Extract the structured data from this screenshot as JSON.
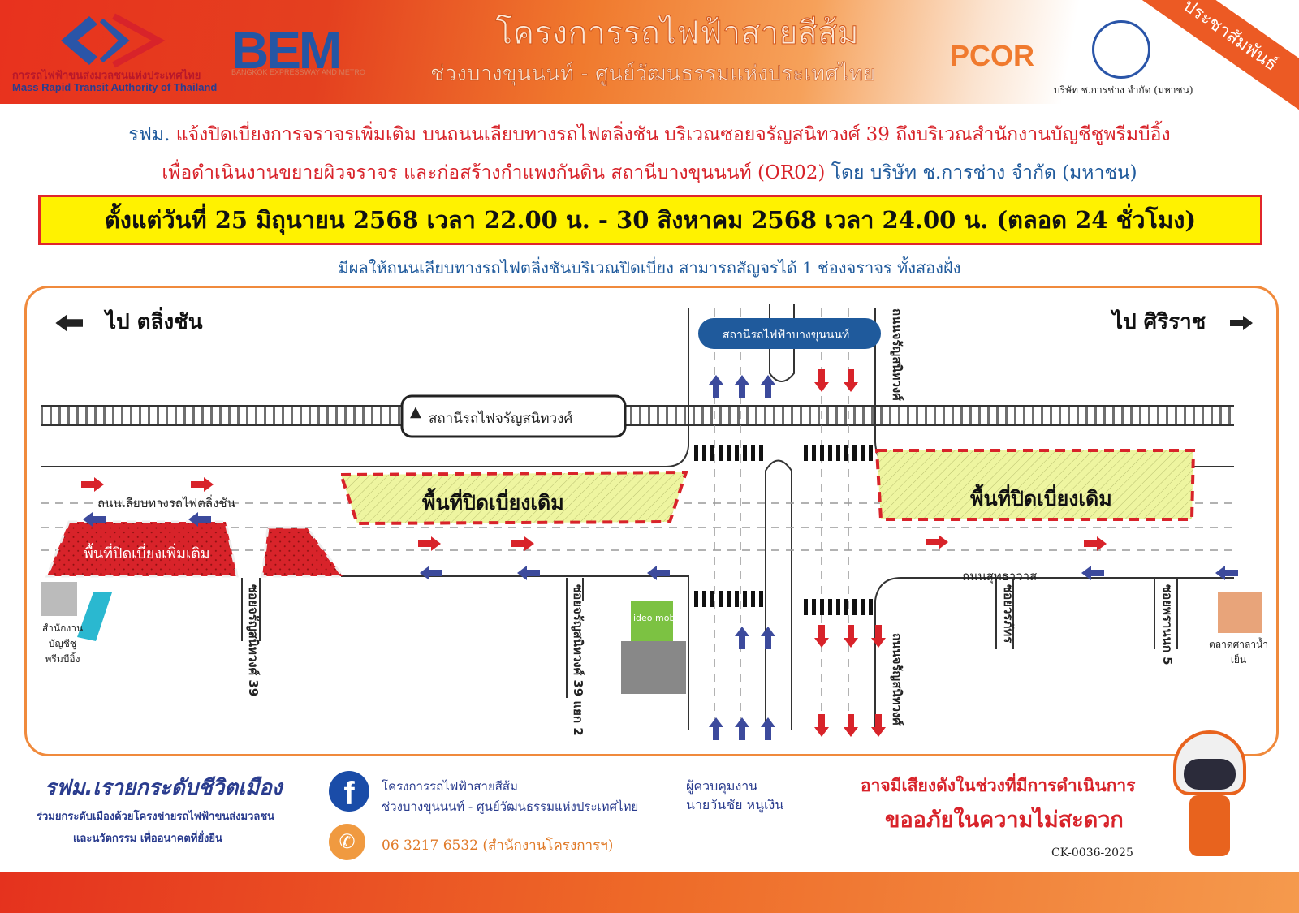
{
  "header": {
    "mrta_th": "การรถไฟฟ้าขนส่งมวลชนแห่งประเทศไทย",
    "mrta_en": "Mass Rapid Transit Authority of Thailand",
    "bem_logo": "BEM",
    "bem_sub": "BANGKOK EXPRESSWAY AND METRO",
    "title": "โครงการรถไฟฟ้าสายสีส้ม",
    "subtitle": "ช่วงบางขุนนนท์ - ศูนย์วัฒนธรรมแห่งประเทศไทย",
    "pcor_logo": "PCOR",
    "ck_company": "บริษัท ช.การช่าง จำกัด (มหาชน)",
    "ribbon": "ประชาสัมพันธ์"
  },
  "notice": {
    "line1_prefix": "รฟม.",
    "line1": "แจ้งปิดเบี่ยงการจราจรเพิ่มเติม บนถนนเลียบทางรถไฟตลิ่งชัน บริเวณซอยจรัญสนิทวงศ์ 39 ถึงบริเวณสำนักงานบัญชีชูพรีมบีอิ้ง",
    "line2": "เพื่อดำเนินงานขยายผิวจราจร และก่อสร้างกำแพงกันดิน สถานีบางขุนนนท์ (OR02)",
    "line2_suffix": "โดย บริษัท ช.การช่าง จำกัด (มหาชน)",
    "period": "ตั้งแต่วันที่ 25 มิถุนายน 2568 เวลา 22.00 น. - 30 สิงหาคม 2568 เวลา 24.00 น. (ตลอด 24 ชั่วโมง)",
    "effect": "มีผลให้ถนนเลียบทางรถไฟตลิ่งชันบริเวณปิดเบี่ยง สามารถสัญจรได้ 1 ช่องจราจร ทั้งสองฝั่ง"
  },
  "map": {
    "to_left": "ไป ตลิ่งชัน",
    "to_right": "ไป ศิริราช",
    "mrt_station": "สถานีรถไฟฟ้าบางขุนนนท์",
    "rail_station": "สถานีรถไฟจรัญสนิทวงศ์",
    "rail_road": "ถนนเลียบทางรถไฟตลิ่งชัน",
    "existing_closure": "พื้นที่ปิดเบี่ยงเดิม",
    "additional_closure": "พื้นที่ปิดเบี่ยงเพิ่มเติม",
    "sukhawat": "ถนนสุทธาวาส",
    "charan_road": "ถนนจรัญสนิทวงศ์",
    "soi39": "ซอยจรัญสนิทวงศ์ 39",
    "soi39_2": "ซอยจรัญสนิทวงศ์ 39 แยก 2",
    "soi_worapat": "ซอยวรภัทร",
    "soi_pranok5": "ซอยพรานนก 5",
    "office": "สำนักงานบัญชีชูพรีมบีอิ้ง",
    "market": "ตลาดศาลาน้ำเย็น",
    "ideo": "ideo mobi"
  },
  "footer": {
    "slogan": "รฟม.เรายกระดับชีวิตเมือง",
    "slogan_sub1": "ร่วมยกระดับเมืองด้วยโครงข่ายรถไฟฟ้าขนส่งมวลชน",
    "slogan_sub2": "และนวัตกรรม เพื่ออนาคตที่ยั่งยืน",
    "fb_line1": "โครงการรถไฟฟ้าสายสีส้ม",
    "fb_line2": "ช่วงบางขุนนนท์ - ศูนย์วัฒนธรรมแห่งประเทศไทย",
    "phone": "06 3217 6532 (สำนักงานโครงการฯ)",
    "supervisor_label": "ผู้ควบคุมงาน",
    "supervisor_name": "นายวันชัย หนูเงิน",
    "noise": "อาจมีเสียงดังในช่วงที่มีการดำเนินการ",
    "apology": "ขออภัยในความไม่สะดวก",
    "doc_code": "CK-0036-2025"
  },
  "colors": {
    "accent": "#f08a3c",
    "closure_red": "#d8232a",
    "closure_yellow": "#eef5a0",
    "arrow_blue": "#3c4a9c"
  }
}
